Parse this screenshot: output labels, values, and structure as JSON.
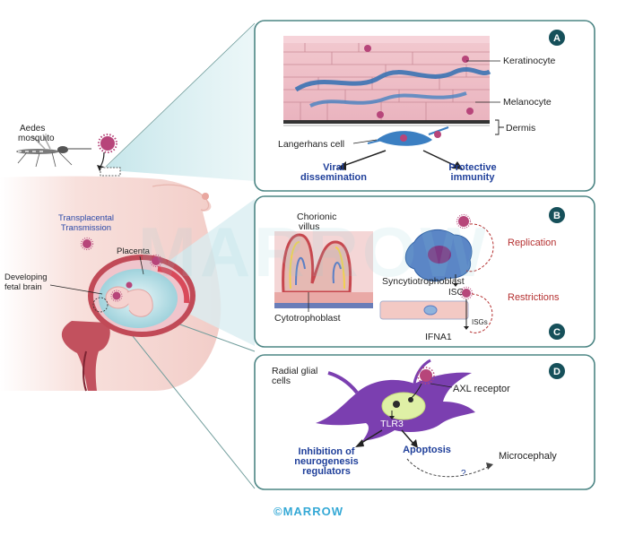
{
  "colors": {
    "panel_border": "#4c8584",
    "letter_badge": "#16505a",
    "blue_text": "#1f3f9a",
    "red_text": "#b53131",
    "skin": "#f7dcd8",
    "cell_purple": "#7b3fb0",
    "watermark": "#8ecfd6",
    "footer": "#35a9d6"
  },
  "left": {
    "mosquito_label_line1": "Aedes",
    "mosquito_label_line2": "mosquito",
    "transmission_line1": "Transplacental",
    "transmission_line2": "Transmission",
    "placenta_label": "Placenta",
    "brain_label_line1": "Developing",
    "brain_label_line2": "fetal brain"
  },
  "panel_a": {
    "letter": "A",
    "keratinocyte": "Keratinocyte",
    "melanocyte": "Melanocyte",
    "dermis": "Dermis",
    "langerhans": "Langerhans cell",
    "viral_line1": "Viral",
    "viral_line2": "dissemination",
    "protective_line1": "Protective",
    "protective_line2": "immunity"
  },
  "panel_b": {
    "letter": "B",
    "chorionic_line1": "Chorionic",
    "chorionic_line2": "villus",
    "replication": "Replication",
    "isgs": "ISGs",
    "syncytiotrophoblast": "Syncytiotrophoblast",
    "cytotrophoblast": "Cytotrophoblast",
    "restrictions": "Restrictions",
    "isgs_small": "ISGs",
    "ifna1": "IFNA1"
  },
  "panel_c": {
    "letter": "C"
  },
  "panel_d": {
    "letter": "D",
    "radial_line1": "Radial glial",
    "radial_line2": "cells",
    "axl": "AXL receptor",
    "tlr3": "TLR3",
    "inhibition_line1": "Inhibition of",
    "inhibition_line2": "neurogenesis",
    "inhibition_line3": "regulators",
    "apoptosis": "Apoptosis",
    "question": "?",
    "microcephaly": "Microcephaly"
  },
  "watermark_text": "MARROW",
  "footer_text": "©MARROW"
}
